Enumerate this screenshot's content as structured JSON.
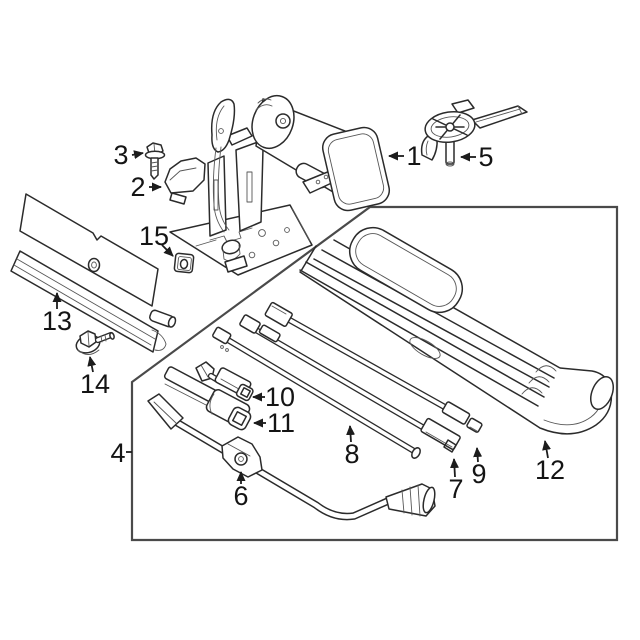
{
  "figure": {
    "background": "#ffffff",
    "stroke_color": "#2b2b2b",
    "box_stroke_color": "#4a4a4a",
    "label_color": "#141414",
    "callouts": [
      {
        "label": "1"
      },
      {
        "label": "2"
      },
      {
        "label": "3"
      },
      {
        "label": "4"
      },
      {
        "label": "5"
      },
      {
        "label": "6"
      },
      {
        "label": "7"
      },
      {
        "label": "8"
      },
      {
        "label": "9"
      },
      {
        "label": "10"
      },
      {
        "label": "11"
      },
      {
        "label": "12"
      },
      {
        "label": "13"
      },
      {
        "label": "14"
      },
      {
        "label": "15"
      }
    ]
  }
}
